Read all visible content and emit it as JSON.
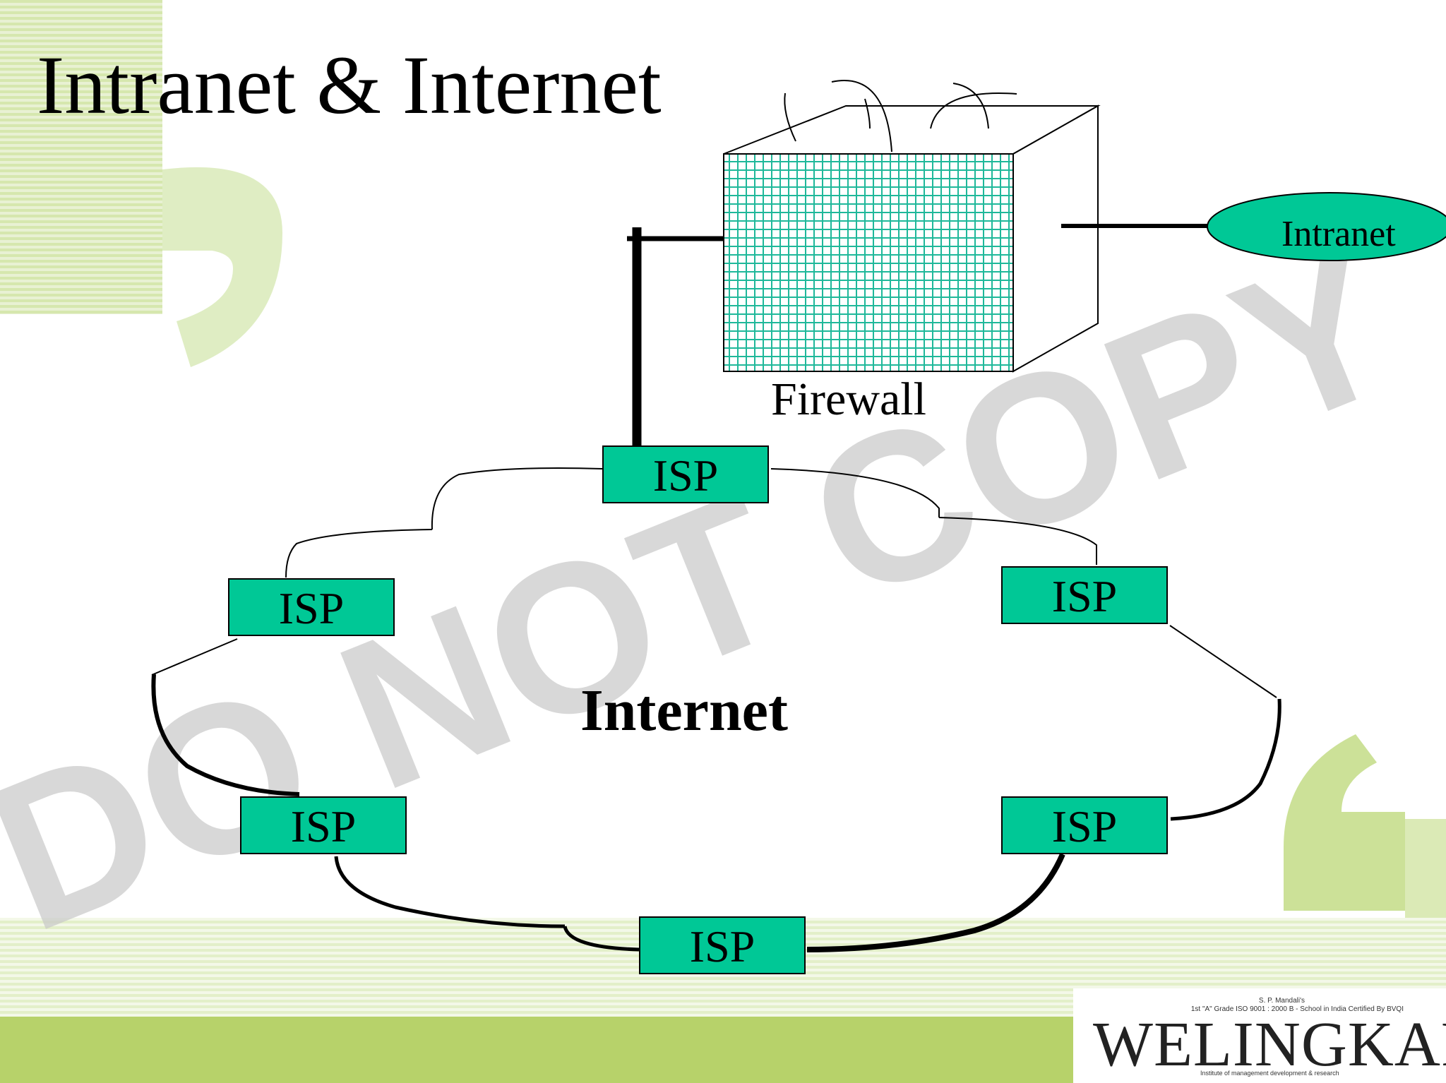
{
  "slide": {
    "title": "Intranet & Internet",
    "watermark": "DO NOT COPY",
    "colors": {
      "isp_fill": "#00c896",
      "firewall_grid": "#1fb89a",
      "background_green": "#b7d26a"
    }
  },
  "diagram": {
    "firewall_label": "Firewall",
    "intranet_label": "Intranet",
    "internet_label": "Internet",
    "isp_nodes": [
      {
        "label": "ISP"
      },
      {
        "label": "ISP"
      },
      {
        "label": "ISP"
      },
      {
        "label": "ISP"
      },
      {
        "label": "ISP"
      },
      {
        "label": "ISP"
      }
    ]
  },
  "logo": {
    "top_line": "S. P. Mandali's",
    "second_line": "1st \"A\" Grade ISO 9001 : 2000 B - School in India Certified By BVQI",
    "name": "WELINGKAR",
    "tagline": "Institute of management development & research"
  }
}
